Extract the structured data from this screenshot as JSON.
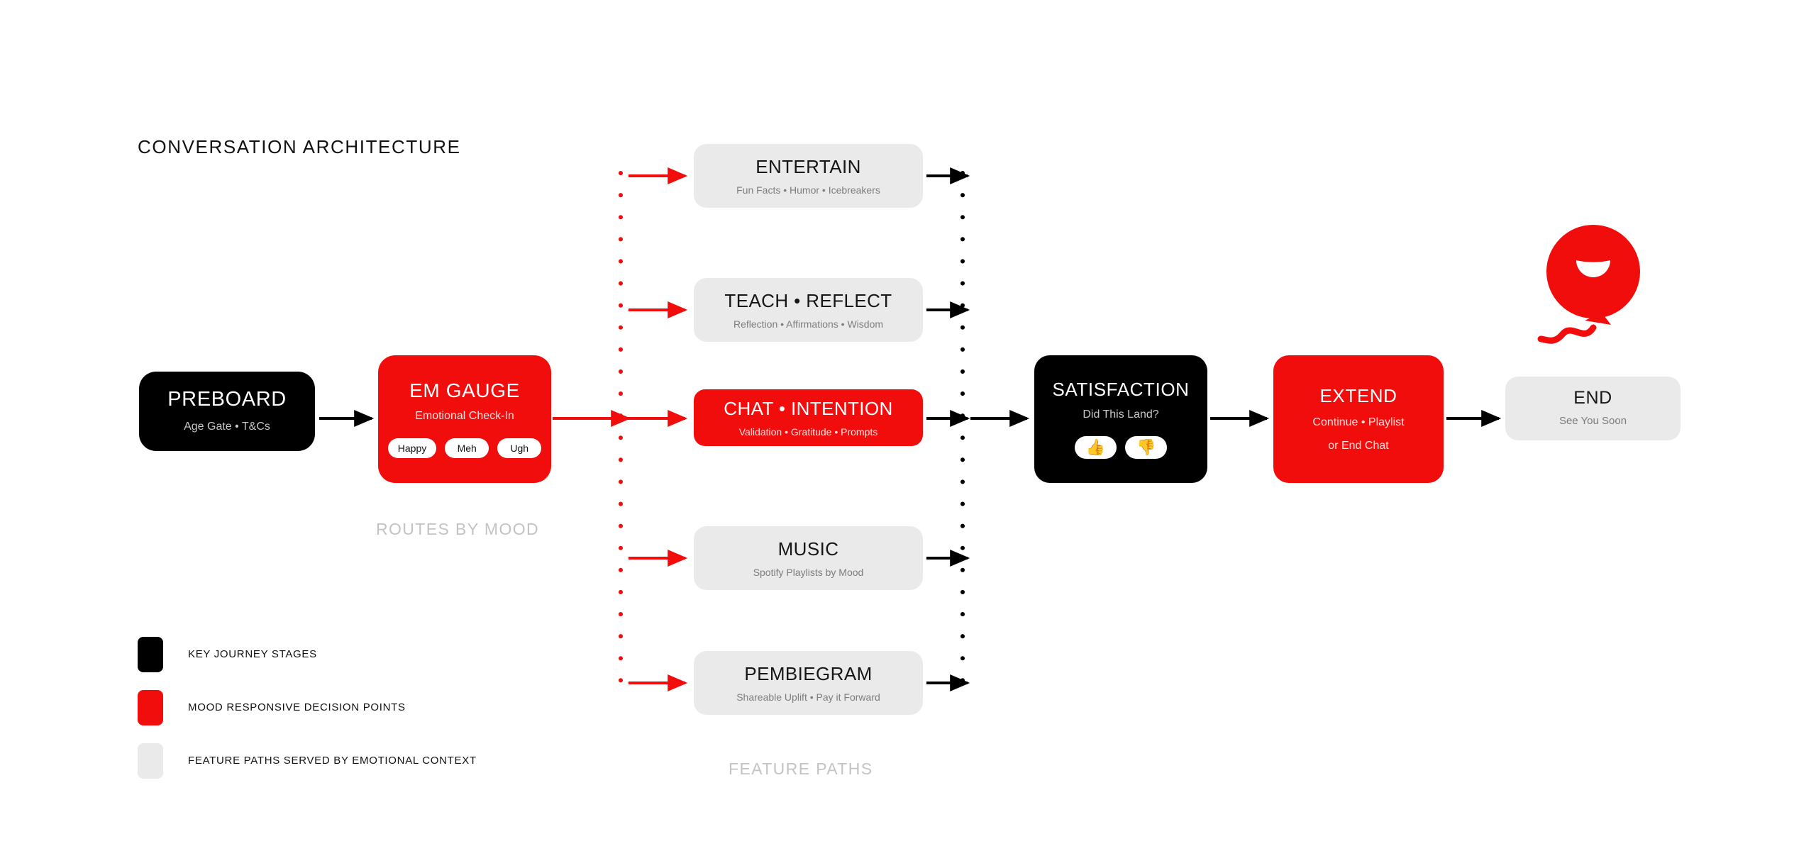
{
  "page": {
    "title": "CONVERSATION ARCHITECTURE",
    "background": "#FFFFFF"
  },
  "colors": {
    "brand_red": "#F20D0D",
    "stage_black": "#000000",
    "feature_grey": "#EAEAEA",
    "caption_grey": "#C3C3C3",
    "sub_grey": "#7D7D7D"
  },
  "flow": {
    "preboard": {
      "title": "PREBOARD",
      "subtitle": "Age Gate • T&Cs",
      "style": "black"
    },
    "em_gauge": {
      "title": "EM GAUGE",
      "subtitle": "Emotional Check-In",
      "style": "red",
      "mood_options": [
        "Happy",
        "Meh",
        "Ugh"
      ]
    },
    "satisfaction": {
      "title": "SATISFACTION",
      "subtitle": "Did This Land?",
      "style": "black",
      "reactions": [
        "👍",
        "👎"
      ],
      "reaction_names": [
        "thumbs-up",
        "thumbs-down"
      ]
    },
    "extend": {
      "title": "EXTEND",
      "subtitle": "Continue • Playlist",
      "subtitle2": "or End Chat",
      "style": "red"
    },
    "end": {
      "title": "END",
      "subtitle": "See You Soon",
      "style": "grey"
    }
  },
  "feature_paths": [
    {
      "id": "entertain",
      "title": "ENTERTAIN",
      "subtitle": "Fun Facts • Humor • Icebreakers",
      "style": "grey"
    },
    {
      "id": "teach-reflect",
      "title": "TEACH • REFLECT",
      "subtitle": "Reflection • Affirmations • Wisdom",
      "style": "grey"
    },
    {
      "id": "chat-intention",
      "title": "CHAT • INTENTION",
      "subtitle": "Validation • Gratitude • Prompts",
      "style": "red"
    },
    {
      "id": "music",
      "title": "MUSIC",
      "subtitle": "Spotify Playlists by Mood",
      "style": "grey"
    },
    {
      "id": "pembiegram",
      "title": "PEMBIEGRAM",
      "subtitle": "Shareable Uplift • Pay it Forward",
      "style": "grey"
    }
  ],
  "captions": {
    "routes_by_mood": "ROUTES BY MOOD",
    "feature_paths": "FEATURE PATHS"
  },
  "legend": [
    {
      "swatch": "#000000",
      "label": "KEY JOURNEY STAGES"
    },
    {
      "swatch": "#F20D0D",
      "label": "MOOD RESPONSIVE DECISION POINTS"
    },
    {
      "swatch": "#EAEAEA",
      "label": "FEATURE PATHS SERVED BY EMOTIONAL CONTEXT"
    }
  ],
  "decoration": {
    "balloon": {
      "name": "smiling-balloon",
      "color": "#F20D0D",
      "face": "smile"
    }
  }
}
